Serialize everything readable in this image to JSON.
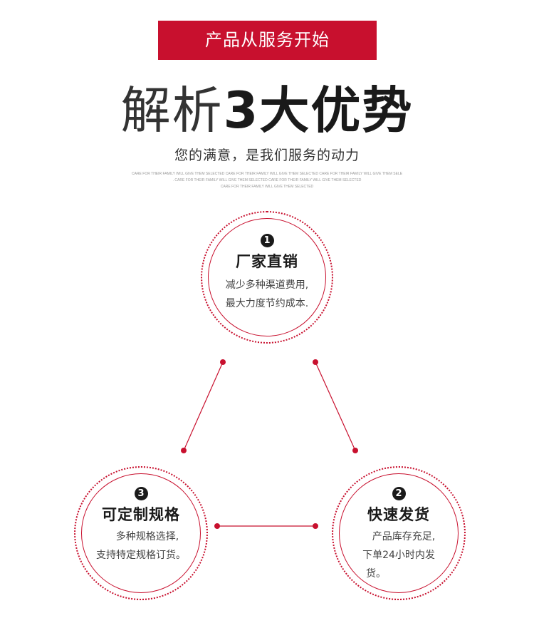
{
  "banner": {
    "label": "产品从服务开始"
  },
  "headline": {
    "light": "解析",
    "bold": "3大优势"
  },
  "subhead": "您的满意，是我们服务的动力",
  "tiny_text": [
    "CARE FOR THEIR FAMILY WILL GIVE THEM SELECTED CARE FOR THEIR FAMILY WILL GIVE THEM SELECTED CARE FOR THEIR FAMILY WILL GIVE THEM SELECTED",
    ". CARE FOR THEIR FAMILY WILL GIVE THEM SELECTED CARE FOR THEIR FAMILY WILL GIVE THEM SELECTED",
    "CARE FOR THEIR FAMILY WILL GIVE THEM SELECTED"
  ],
  "advantages": [
    {
      "number": "1",
      "title": "厂家直销",
      "lines": [
        "减少多种渠道费用,",
        "最大力度节约成本."
      ]
    },
    {
      "number": "2",
      "title": "快速发货",
      "lines": [
        "产品库存充足,",
        "下单24小时内发",
        "货。"
      ]
    },
    {
      "number": "3",
      "title": "可定制规格",
      "lines": [
        "多种规格选择,",
        "支持特定规格订货。"
      ]
    }
  ],
  "colors": {
    "accent": "#c8102e",
    "text": "#1a1a1a"
  }
}
